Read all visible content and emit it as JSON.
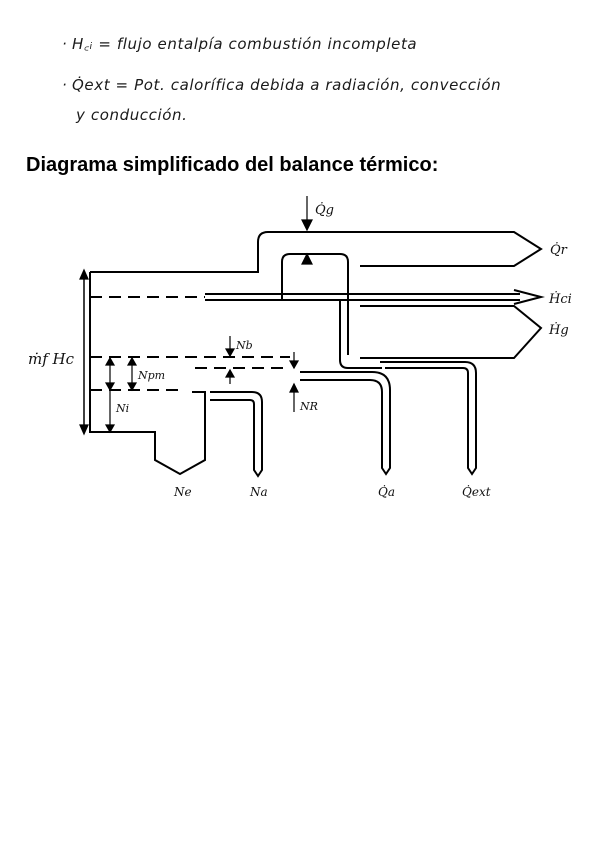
{
  "notes": {
    "line1": "H꜀ᵢ = flujo entalpía combustión incompleta",
    "line2": "Q̇ext = Pot. calorífica debida a radiación, convección",
    "line3": "y conducción."
  },
  "heading": "Diagrama simplificado del balance térmico:",
  "diagram": {
    "labels": {
      "fuel_input": "ṁf Hc",
      "qg": "Q̇g",
      "qr": "Q̇r",
      "hci": "Ḣci",
      "hg": "Ḣg",
      "nb": "Nb",
      "npm": "Npm",
      "ni": "Ni",
      "nr": "NR",
      "ne": "Ne",
      "na": "Na",
      "qa": "Q̇a",
      "qext": "Q̇ext"
    }
  }
}
